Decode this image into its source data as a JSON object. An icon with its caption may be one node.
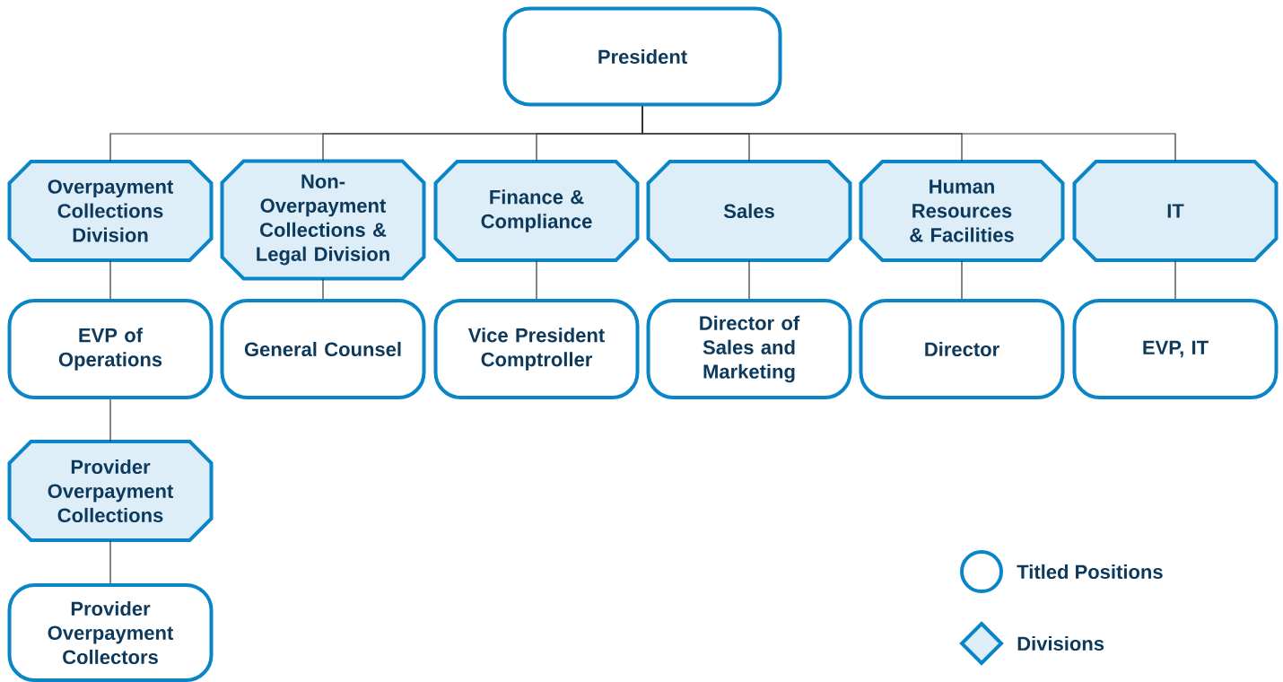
{
  "diagram": {
    "nodes": [
      {
        "text": [
          "President"
        ]
      },
      {
        "text": [
          "Overpayment Collections Division"
        ]
      },
      {
        "text": [
          "Non-Overpayment Collections & Legal Division"
        ]
      },
      {
        "text": [
          "Finance & Compliance"
        ]
      },
      {
        "text": [
          "Sales"
        ]
      },
      {
        "text": [
          "Human Resources & Facilities"
        ]
      },
      {
        "text": [
          "IT"
        ]
      },
      {
        "text": [
          "EVP of Operations"
        ]
      },
      {
        "text": [
          "General Counsel"
        ]
      },
      {
        "text": [
          "Vice President Comptroller"
        ]
      },
      {
        "text": [
          "Director of Sales and Marketing"
        ]
      },
      {
        "text": [
          "Director"
        ]
      },
      {
        "text": [
          "EVP, IT"
        ]
      },
      {
        "text": [
          "Provider Overpayment Collections"
        ]
      },
      {
        "text": [
          "Provider Overpayment Collectors"
        ]
      }
    ],
    "edges": [
      {
        "from": 0,
        "to": 1,
        "arrow": "none"
      },
      {
        "from": 0,
        "to": 2,
        "arrow": "none"
      },
      {
        "from": 0,
        "to": 3,
        "arrow": "none"
      },
      {
        "from": 0,
        "to": 4,
        "arrow": "none"
      },
      {
        "from": 0,
        "to": 5,
        "arrow": "none"
      },
      {
        "from": 0,
        "to": 6,
        "arrow": "none"
      },
      {
        "from": 1,
        "to": 7,
        "arrow": "none"
      },
      {
        "from": 2,
        "to": 8,
        "arrow": "none"
      },
      {
        "from": 3,
        "to": 9,
        "arrow": "none"
      },
      {
        "from": 4,
        "to": 10,
        "arrow": "none"
      },
      {
        "from": 5,
        "to": 11,
        "arrow": "none"
      },
      {
        "from": 6,
        "to": 12,
        "arrow": "none"
      },
      {
        "from": 7,
        "to": 13,
        "arrow": "none"
      },
      {
        "from": 13,
        "to": 14,
        "arrow": "none"
      }
    ],
    "legend": [
      {
        "text": "Titled Positions"
      },
      {
        "text": "Divisions"
      }
    ]
  }
}
